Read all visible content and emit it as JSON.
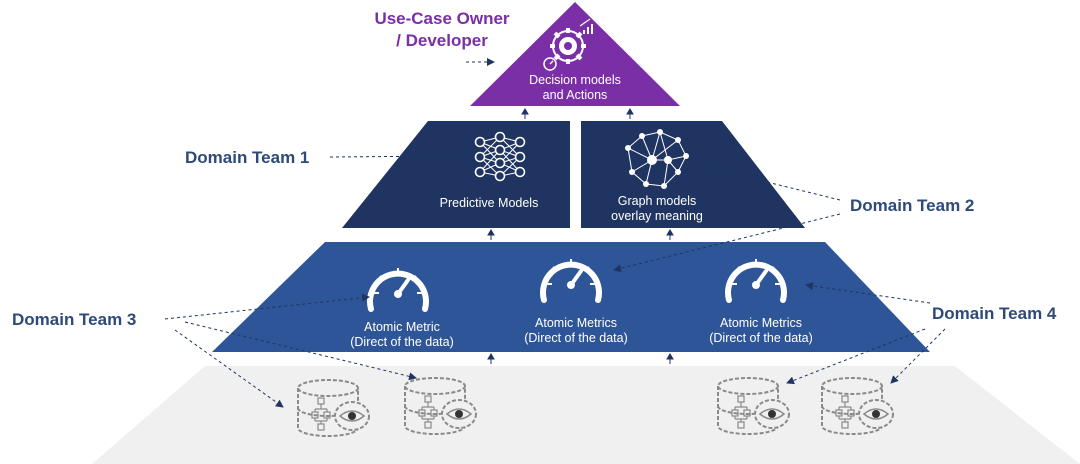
{
  "labels": {
    "owner_line1": "Use-Case Owner",
    "owner_line2": "/ Developer",
    "team1": "Domain Team 1",
    "team2": "Domain Team 2",
    "team3": "Domain Team 3",
    "team4": "Domain Team 4"
  },
  "tiers": {
    "top": {
      "line1": "Decision models",
      "line2": "and Actions"
    },
    "predictive": "Predictive Models",
    "graph": {
      "line1": "Graph models",
      "line2": "overlay meaning"
    },
    "metrics": [
      {
        "line1": "Atomic Metric",
        "line2": "(Direct of the data)"
      },
      {
        "line1": "Atomic Metrics",
        "line2": "(Direct of the data)"
      },
      {
        "line1": "Atomic Metrics",
        "line2": "(Direct of the data)"
      }
    ]
  },
  "colors": {
    "top_tier": "#7b2fa6",
    "middle_tier": "#1f3461",
    "metrics_tier": "#2e5597",
    "base_tier": "#f0f0f0",
    "team_text": "#2e4a7a",
    "owner_text": "#7b2fa6",
    "connector": "#1f3461"
  },
  "icons": {
    "top": "gear-chart-icon",
    "predictive": "neural-network-icon",
    "graph": "knowledge-graph-icon",
    "metrics": "speedometer-icon",
    "base": "database-flow-eye-icon"
  }
}
